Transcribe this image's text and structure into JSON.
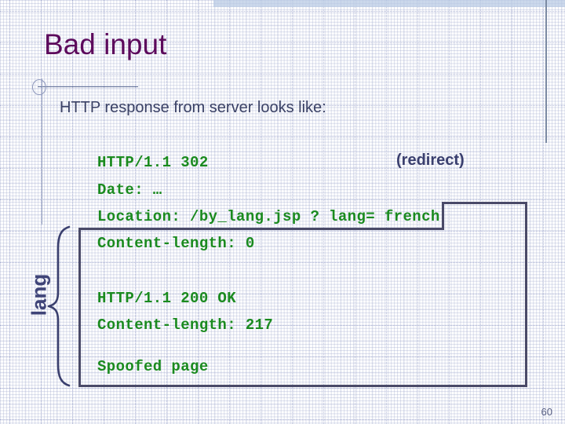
{
  "slide": {
    "title": "Bad input",
    "subtitle": "HTTP response from server looks like:",
    "page_number": "60",
    "colors": {
      "title": "#5c0a5c",
      "body_text": "#3a4165",
      "code_green": "#1a8a1f",
      "box_border": "#4a4a68",
      "accent_navy": "#3a3f6e",
      "top_band": "#b9cbe4"
    }
  },
  "response": {
    "redirect_note": "(redirect)",
    "lines": [
      "HTTP/1.1 302",
      "Date: …",
      "Location: /by_lang.jsp ? lang= french",
      "Content-length: 0",
      "HTTP/1.1 200 OK",
      "Content-length: 217",
      "Spoofed page"
    ],
    "first_response": {
      "status_line": "HTTP/1.1 302",
      "date_header": "Date: …",
      "location_header": "Location: /by_lang.jsp ? lang= french",
      "content_length_header": "Content-length: 0"
    },
    "second_response": {
      "status_line": "HTTP/1.1 200 OK",
      "content_length_header": "Content-length: 217",
      "body": "Spoofed page"
    }
  },
  "annotation": {
    "brace_label": "lang"
  }
}
